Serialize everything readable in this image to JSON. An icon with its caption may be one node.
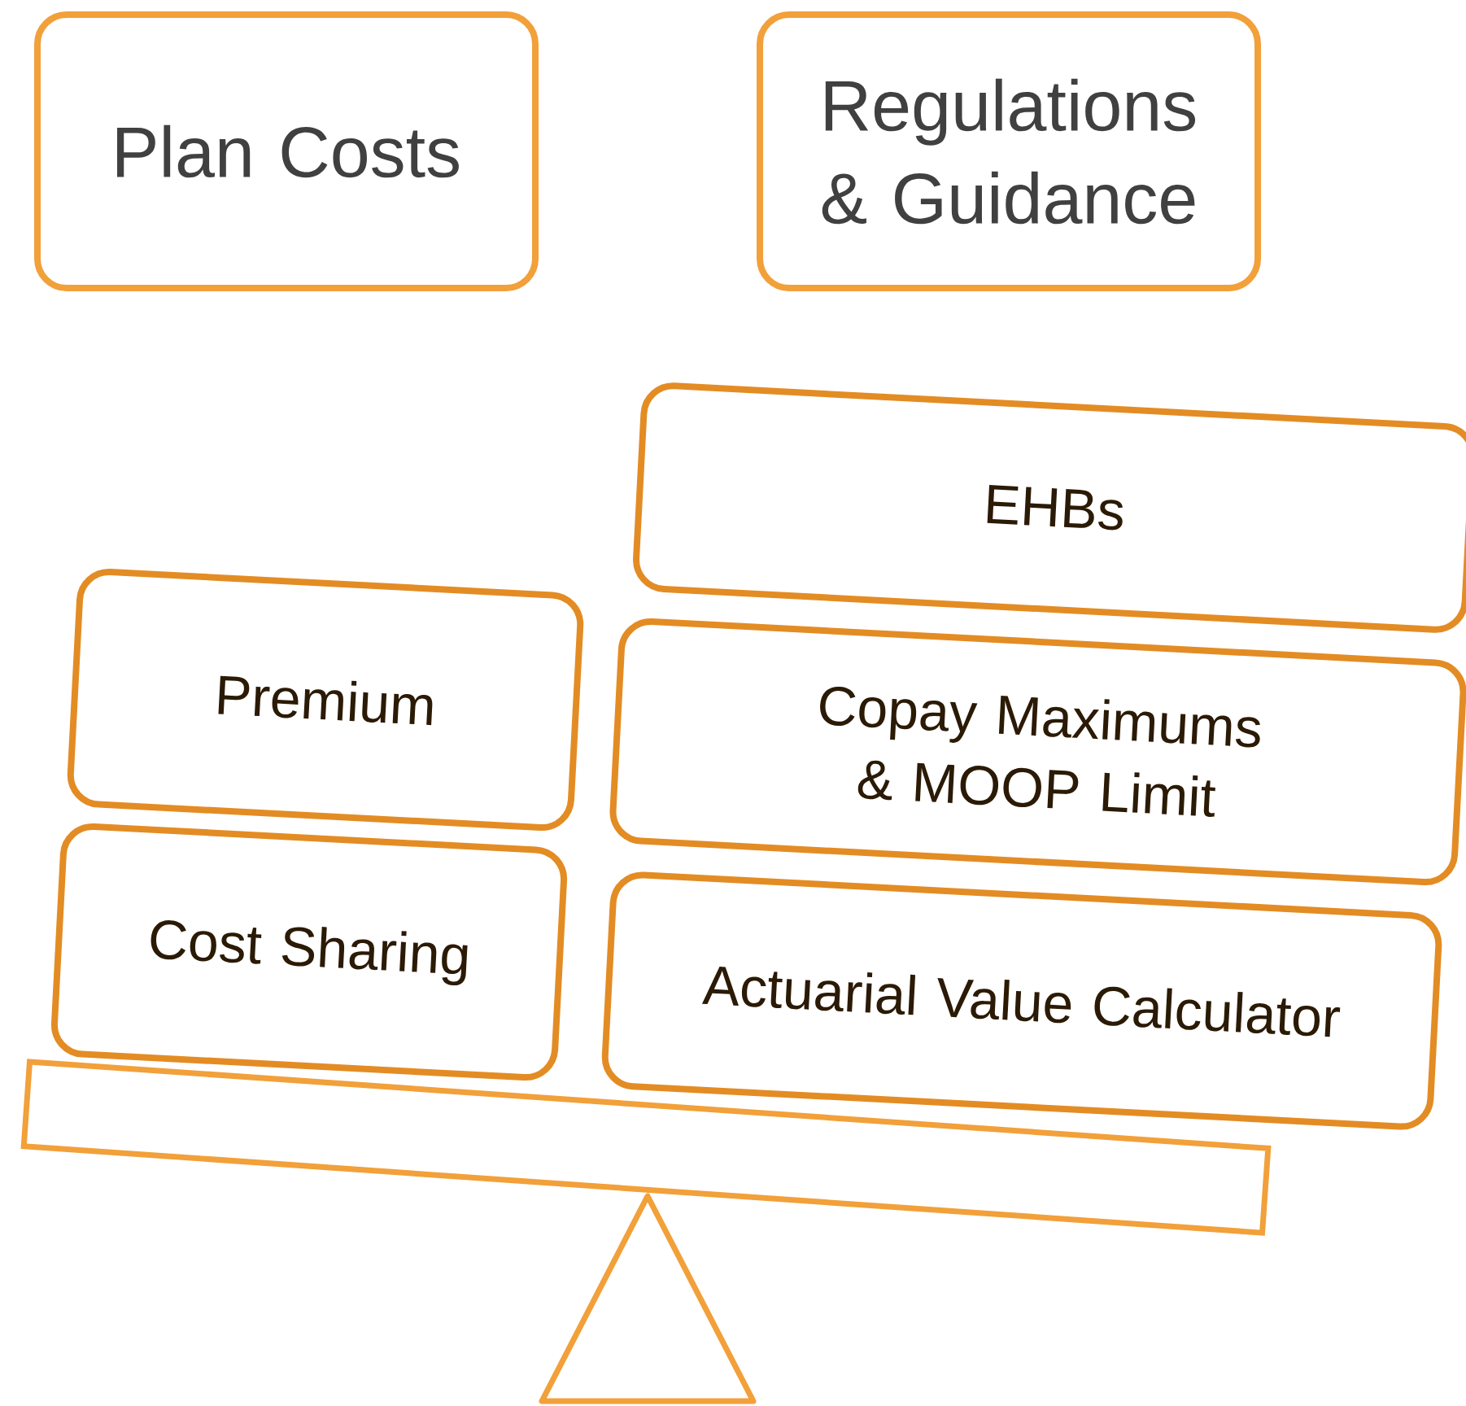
{
  "diagram": {
    "nodes": [
      {
        "text": [
          "Plan Costs"
        ]
      },
      {
        "text": [
          "Regulations & Guidance"
        ]
      },
      {
        "text": [
          "EHBs"
        ]
      },
      {
        "text": [
          "Premium"
        ]
      },
      {
        "text": [
          "Copay Maximums & MOOP Limit"
        ]
      },
      {
        "text": [
          "Cost Sharing"
        ]
      },
      {
        "text": [
          "Actuarial Value Calculator"
        ]
      }
    ]
  }
}
